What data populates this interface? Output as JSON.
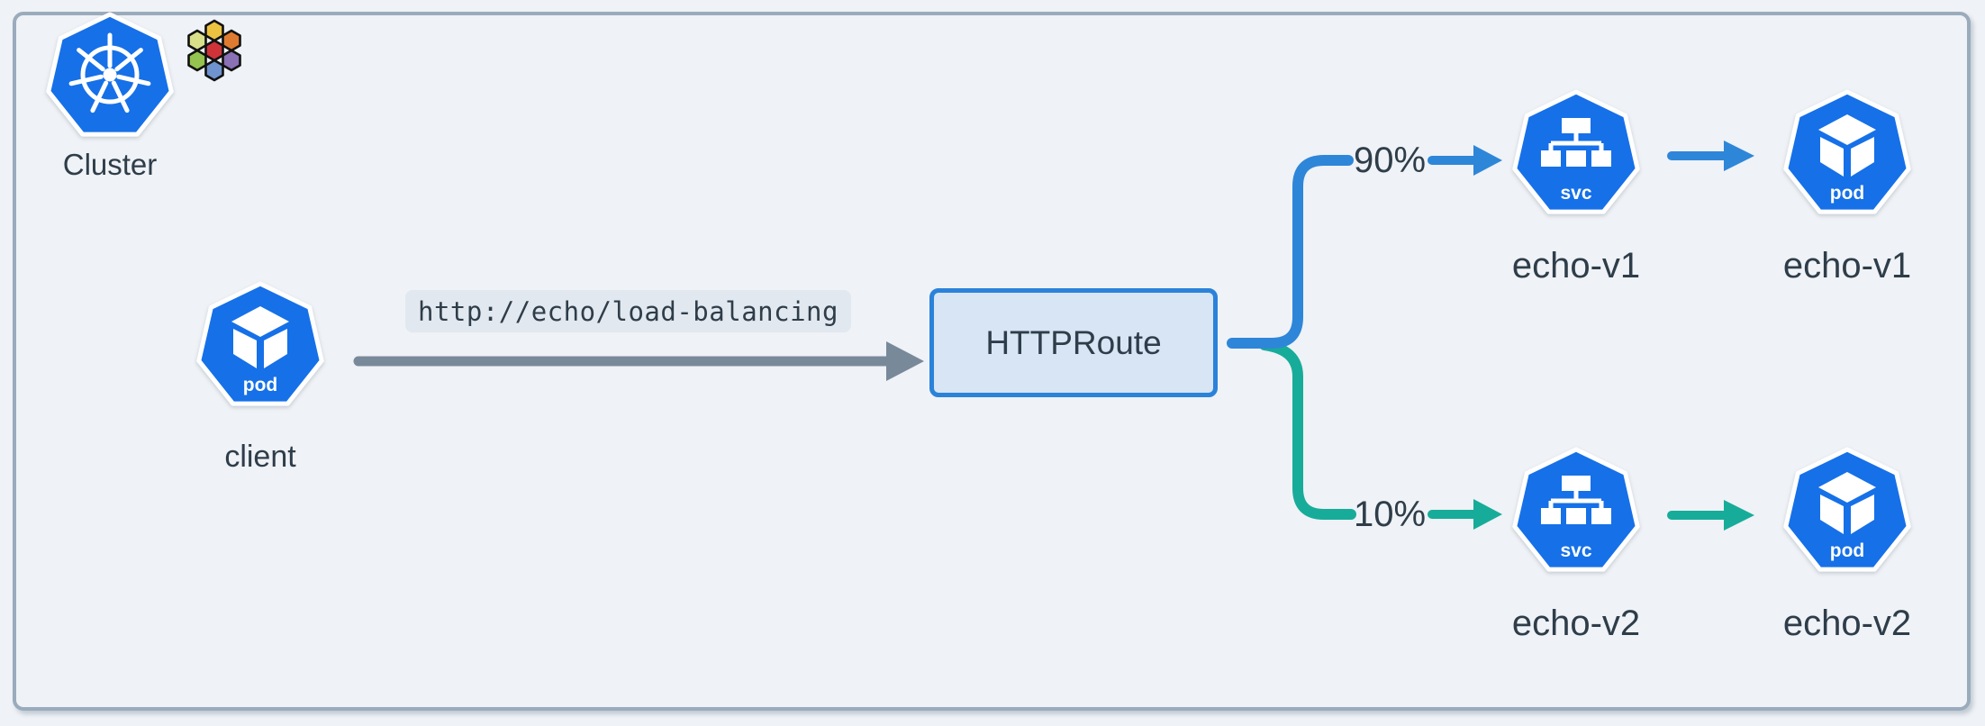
{
  "colors": {
    "bg": "#EFF2F6",
    "cluster_border": "#9AABBC",
    "node_blue": "#1670E8",
    "accent_blue": "#2E86D9",
    "accent_teal": "#17AC99",
    "arrow_gray": "#78899A",
    "text_dark": "#2E3D49",
    "chip_bg": "#E2E8EF",
    "route_fill": "#D7E5F4",
    "route_border": "#2B82D9"
  },
  "cluster": {
    "label": "Cluster"
  },
  "icons": {
    "kubernetes_logo": "kubernetes-logo",
    "hex_flower": "hexagons-logo",
    "pod_badge": "pod",
    "svc_badge": "svc",
    "hex_colors": {
      "top": "#ECC340",
      "upper_left": "#D8E08A",
      "upper_right": "#DF7B31",
      "center": "#CE3339",
      "lower_left": "#94C34F",
      "lower_right": "#8A70B4",
      "bottom": "#6E93CE"
    }
  },
  "client": {
    "label": "client"
  },
  "request": {
    "url": "http://echo/load-balancing"
  },
  "route": {
    "label": "HTTPRoute"
  },
  "branches": [
    {
      "weight": "90%",
      "service": "echo-v1",
      "pod": "echo-v1"
    },
    {
      "weight": "10%",
      "service": "echo-v2",
      "pod": "echo-v2"
    }
  ]
}
